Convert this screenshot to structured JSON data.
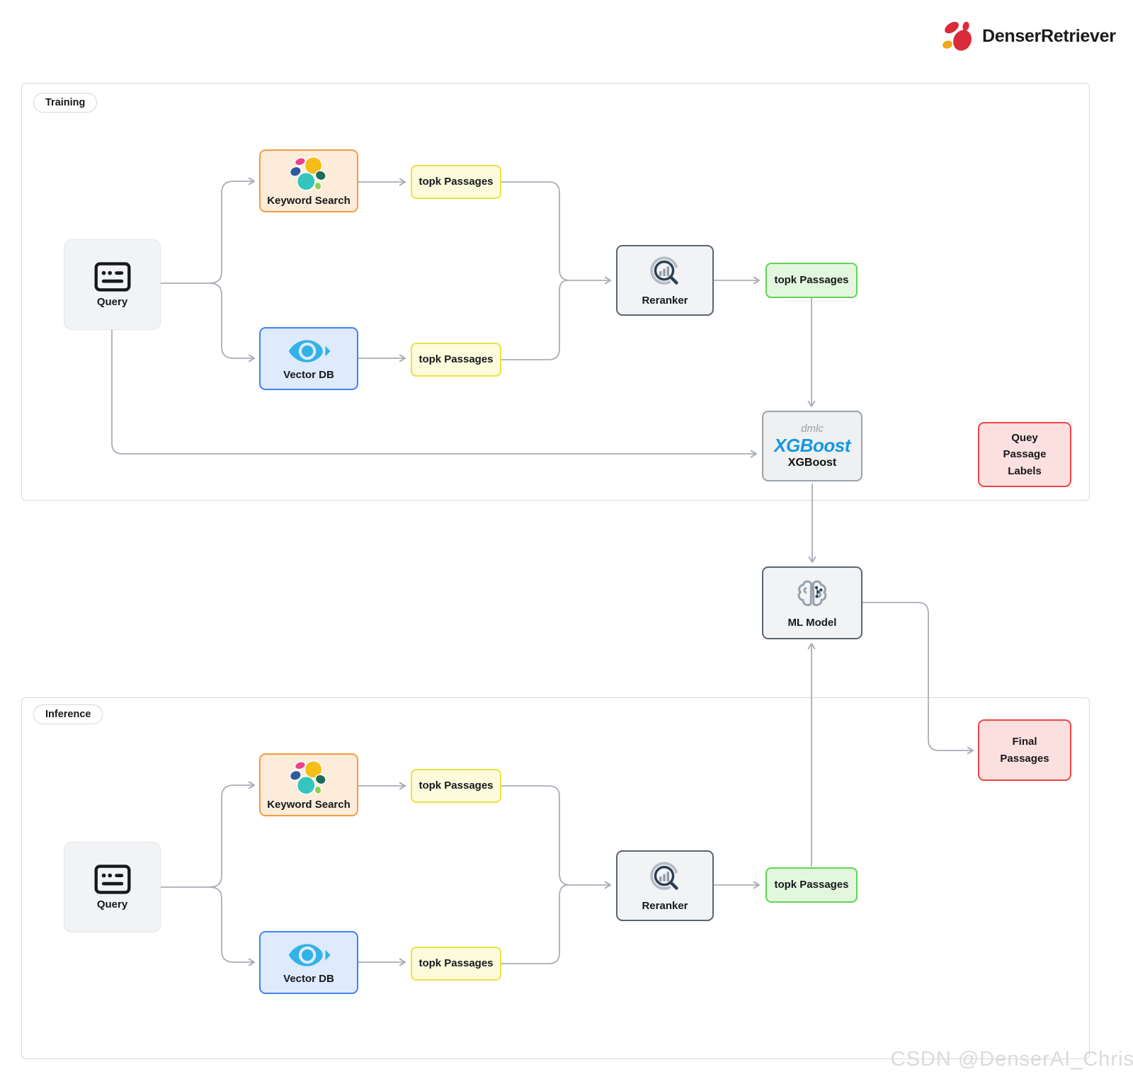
{
  "brand": {
    "name": "DenserRetriever"
  },
  "watermark": {
    "text": "CSDN @DenserAI_Chris"
  },
  "training": {
    "section_label": "Training",
    "query": "Query",
    "keyword_search": "Keyword Search",
    "vector_db": "Vector DB",
    "topk_keyword": "topk Passages",
    "topk_vector": "topk Passages",
    "reranker": "Reranker",
    "topk_reranked": "topk Passages",
    "xgboost": {
      "logo_sub": "dmlc",
      "logo_main": "XGBoost",
      "label": "XGBoost"
    },
    "labels_box": {
      "line1": "Quey",
      "line2": "Passage",
      "line3": "Labels"
    }
  },
  "bridge": {
    "ml_model": "ML Model",
    "final_passages": {
      "line1": "Final",
      "line2": "Passages"
    }
  },
  "inference": {
    "section_label": "Inference",
    "query": "Query",
    "keyword_search": "Keyword Search",
    "vector_db": "Vector DB",
    "topk_keyword": "topk Passages",
    "topk_vector": "topk Passages",
    "reranker": "Reranker",
    "topk_reranked": "topk Passages"
  },
  "icons": {
    "brand_logo": "paw-flower-icon",
    "query": "card-text-icon",
    "keyword_search": "elasticsearch-logo-icon",
    "vector_db": "milvus-eye-icon",
    "reranker": "magnifier-chart-icon",
    "ml_model": "brain-circuit-icon"
  },
  "colors": {
    "arrow": "#a9aeb6",
    "container_border": "#d6d8dc",
    "keyword_border": "#f59b42",
    "keyword_bg": "#fdecd9",
    "vector_border": "#4083f1",
    "vector_bg": "#dfeafc",
    "topk_yellow_border": "#ece23f",
    "topk_yellow_bg": "#fcfbdc",
    "topk_green_border": "#62d456",
    "topk_green_bg": "#e2f7dd",
    "danger_border": "#ef4444",
    "danger_bg": "#fcdfdf",
    "neutral_border": "#5b6470",
    "neutral_bg": "#f1f3f5",
    "xgboost_blue": "#1598e0",
    "logo_red": "#d92b3a",
    "logo_yellow": "#f0a71c"
  }
}
